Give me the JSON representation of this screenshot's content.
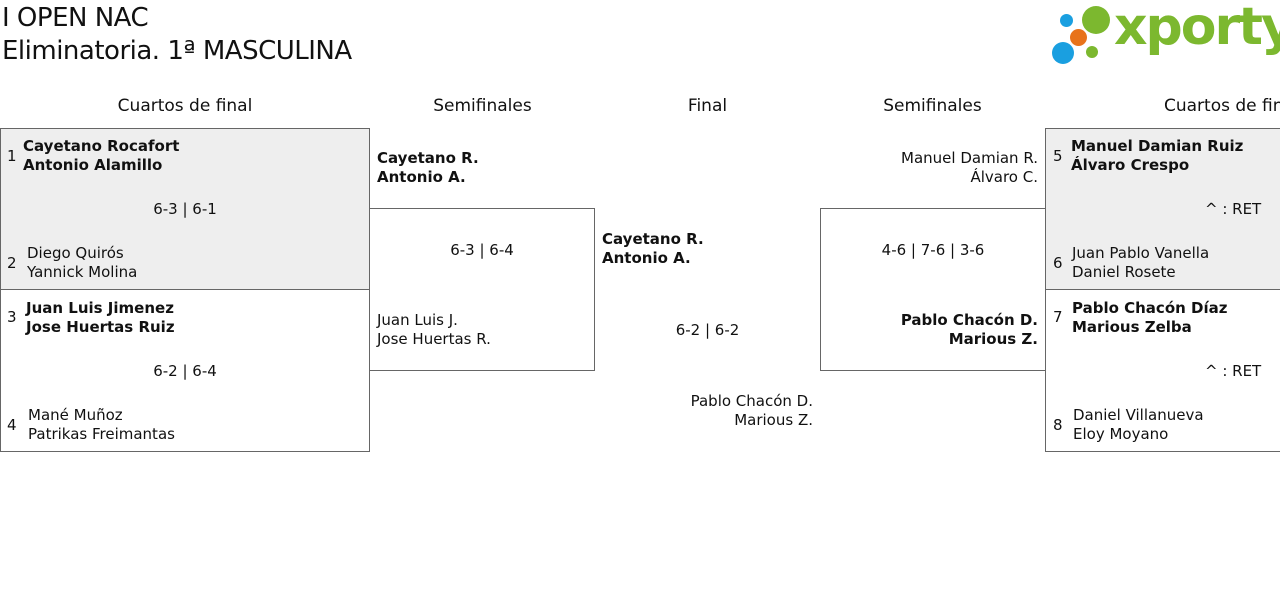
{
  "header": {
    "title_line1": "I OPEN NAC",
    "title_line2": "Eliminatoria. 1ª MASCULINA",
    "logo_text": "xporty",
    "brand_color": "#7cb82f"
  },
  "rounds": {
    "left_quarters": "Cuartos de final",
    "left_semis": "Semifinales",
    "final": "Final",
    "right_semis": "Semifinales",
    "right_quarters": "Cuartos de final"
  },
  "quarters_left": [
    {
      "top": {
        "seed": "1",
        "p1": "Cayetano Rocafort",
        "p2": "Antonio Alamillo"
      },
      "score": "6-3 | 6-1",
      "bottom": {
        "seed": "2",
        "p1": "Diego Quirós",
        "p2": "Yannick Molina"
      }
    },
    {
      "top": {
        "seed": "3",
        "p1": "Juan Luis Jimenez",
        "p2": "Jose Huertas Ruiz"
      },
      "score": "6-2 | 6-4",
      "bottom": {
        "seed": "4",
        "p1": "Mané Muñoz",
        "p2": "Patrikas Freimantas"
      }
    }
  ],
  "quarters_right": [
    {
      "top": {
        "seed": "5",
        "p1": "Manuel Damian Ruiz",
        "p2": "Álvaro Crespo"
      },
      "score": "^ : RET",
      "bottom": {
        "seed": "6",
        "p1": "Juan Pablo Vanella",
        "p2": "Daniel Rosete"
      }
    },
    {
      "top": {
        "seed": "7",
        "p1": "Pablo Chacón Díaz",
        "p2": "Marious Zelba"
      },
      "score": "^ : RET",
      "bottom": {
        "seed": "8",
        "p1": "Daniel Villanueva",
        "p2": "Eloy Moyano"
      }
    }
  ],
  "semi_left": {
    "top": {
      "p1": "Cayetano R.",
      "p2": "Antonio A."
    },
    "score": "6-3 | 6-4",
    "bottom": {
      "p1": "Juan Luis J.",
      "p2": "Jose Huertas R."
    }
  },
  "semi_right": {
    "top": {
      "p1": "Manuel Damian R.",
      "p2": "Álvaro C."
    },
    "score": "4-6 | 7-6 | 3-6",
    "bottom": {
      "p1": "Pablo Chacón D.",
      "p2": "Marious Z."
    }
  },
  "final": {
    "top": {
      "p1": "Cayetano R.",
      "p2": "Antonio A."
    },
    "score": "6-2 | 6-2",
    "bottom": {
      "p1": "Pablo Chacón D.",
      "p2": "Marious Z."
    }
  }
}
